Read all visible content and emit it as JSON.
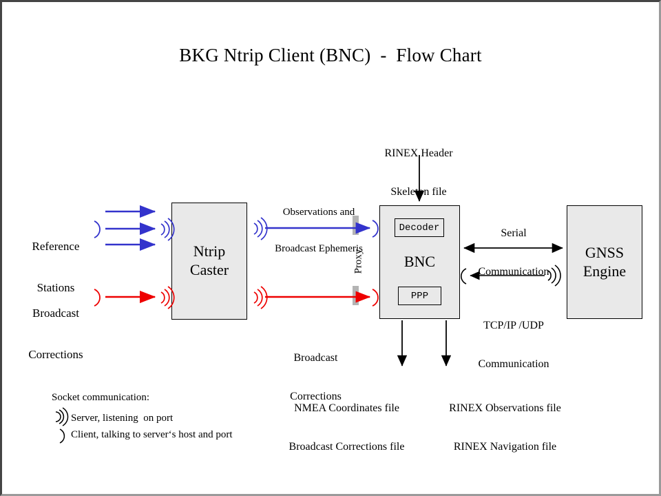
{
  "document": {
    "title": "BKG Ntrip Client (BNC)  -  Flow Chart"
  },
  "colors": {
    "blue": "#3333cc",
    "red": "#ee0000",
    "black": "#000000",
    "box_fill": "#e9e9e9",
    "proxy_bar": "#b4b4b4",
    "frame_dark": "#454545",
    "frame_light": "#9a9a9a"
  },
  "nodes": {
    "reference_stations": {
      "label_line1": "Reference",
      "label_line2": "Stations"
    },
    "broadcast_corrections_source": {
      "label_line1": "Broadcast",
      "label_line2": "Corrections"
    },
    "ntrip_caster": {
      "label_line1": "Ntrip",
      "label_line2": "Caster"
    },
    "bnc": {
      "label": "BNC",
      "decoder_label": "Decoder",
      "ppp_label": "PPP"
    },
    "gnss_engine": {
      "label_line1": "GNSS",
      "label_line2": "Engine"
    }
  },
  "edge_labels": {
    "observations": {
      "line1": "Observations and",
      "line2": "Broadcast Ephemeris"
    },
    "broadcast_corrections": {
      "line1": "Broadcast",
      "line2": "Corrections"
    },
    "proxy": "Proxy",
    "rinex_header": {
      "line1": "RINEX Header",
      "line2": "Skeleton file"
    },
    "serial": {
      "line1": "Serial",
      "line2": "Communication"
    },
    "tcpip": {
      "line1": "TCP/IP /UDP",
      "line2": "Communication"
    }
  },
  "outputs": {
    "left": {
      "line1": "NMEA Coordinates file",
      "line2": "Broadcast Corrections file"
    },
    "right": {
      "line1": "RINEX Observations file",
      "line2": "RINEX Navigation file"
    }
  },
  "legend": {
    "heading": "Socket communication:",
    "server": "Server, listening  on port",
    "client": "Client, talking to server‘s host and port",
    "server_icon": "server-wave-icon",
    "client_icon": "client-paren-icon"
  },
  "chart_data": {
    "type": "diagram",
    "title": "BKG Ntrip Client (BNC)  -  Flow Chart",
    "nodes": [
      {
        "id": "reference_stations",
        "label": "Reference Stations",
        "shape": "text"
      },
      {
        "id": "broadcast_corrections_source",
        "label": "Broadcast Corrections",
        "shape": "text"
      },
      {
        "id": "ntrip_caster",
        "label": "Ntrip Caster",
        "shape": "box"
      },
      {
        "id": "bnc",
        "label": "BNC",
        "shape": "box",
        "children": [
          "Decoder",
          "PPP"
        ]
      },
      {
        "id": "gnss_engine",
        "label": "GNSS Engine",
        "shape": "box"
      },
      {
        "id": "proxy",
        "label": "Proxy",
        "shape": "barrier"
      }
    ],
    "edges": [
      {
        "from": "reference_stations",
        "to": "ntrip_caster",
        "color": "#3333cc",
        "count": 3,
        "label": ""
      },
      {
        "from": "broadcast_corrections_source",
        "to": "ntrip_caster",
        "color": "#ee0000",
        "count": 1,
        "label": ""
      },
      {
        "from": "ntrip_caster",
        "to": "bnc",
        "color": "#3333cc",
        "label": "Observations and Broadcast Ephemeris",
        "through": "proxy"
      },
      {
        "from": "ntrip_caster",
        "to": "bnc",
        "color": "#ee0000",
        "label": "Broadcast Corrections",
        "through": "proxy"
      },
      {
        "from": "RINEX Header Skeleton file",
        "to": "bnc",
        "color": "#000000",
        "label": ""
      },
      {
        "from": "bnc",
        "to": "gnss_engine",
        "color": "#000000",
        "label": "Serial Communication",
        "bidirectional": true
      },
      {
        "from": "gnss_engine",
        "to": "bnc",
        "color": "#000000",
        "label": "TCP/IP /UDP Communication"
      },
      {
        "from": "bnc",
        "to": "NMEA Coordinates file / Broadcast Corrections file",
        "color": "#000000"
      },
      {
        "from": "bnc",
        "to": "RINEX Observations file / RINEX Navigation file",
        "color": "#000000"
      }
    ]
  }
}
